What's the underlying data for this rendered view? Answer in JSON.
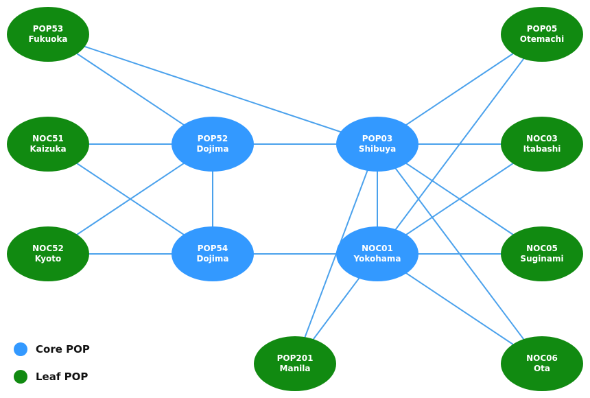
{
  "colors": {
    "core": "#3399ff",
    "leaf": "#118a11",
    "edge": "#4aa1ec"
  },
  "nodes": {
    "pop53": {
      "id": "POP53",
      "city": "Fukuoka",
      "type": "leaf"
    },
    "noc51": {
      "id": "NOC51",
      "city": "Kaizuka",
      "type": "leaf"
    },
    "noc52": {
      "id": "NOC52",
      "city": "Kyoto",
      "type": "leaf"
    },
    "pop52": {
      "id": "POP52",
      "city": "Dojima",
      "type": "core"
    },
    "pop54": {
      "id": "POP54",
      "city": "Dojima",
      "type": "core"
    },
    "pop03": {
      "id": "POP03",
      "city": "Shibuya",
      "type": "core"
    },
    "noc01": {
      "id": "NOC01",
      "city": "Yokohama",
      "type": "core"
    },
    "pop201": {
      "id": "POP201",
      "city": "Manila",
      "type": "leaf"
    },
    "pop05": {
      "id": "POP05",
      "city": "Otemachi",
      "type": "leaf"
    },
    "noc03": {
      "id": "NOC03",
      "city": "Itabashi",
      "type": "leaf"
    },
    "noc05": {
      "id": "NOC05",
      "city": "Suginami",
      "type": "leaf"
    },
    "noc06": {
      "id": "NOC06",
      "city": "Ota",
      "type": "leaf"
    }
  },
  "edges": [
    [
      "pop53",
      "pop52"
    ],
    [
      "pop53",
      "pop03"
    ],
    [
      "noc51",
      "pop52"
    ],
    [
      "noc51",
      "pop54"
    ],
    [
      "noc52",
      "pop52"
    ],
    [
      "noc52",
      "pop54"
    ],
    [
      "pop52",
      "pop03"
    ],
    [
      "pop52",
      "pop54"
    ],
    [
      "pop54",
      "noc01"
    ],
    [
      "pop03",
      "noc01"
    ],
    [
      "pop03",
      "pop201"
    ],
    [
      "noc01",
      "pop201"
    ],
    [
      "pop03",
      "pop05"
    ],
    [
      "pop03",
      "noc03"
    ],
    [
      "pop03",
      "noc05"
    ],
    [
      "pop03",
      "noc06"
    ],
    [
      "noc01",
      "pop05"
    ],
    [
      "noc01",
      "noc03"
    ],
    [
      "noc01",
      "noc05"
    ],
    [
      "noc01",
      "noc06"
    ]
  ],
  "legend": {
    "core_label": "Core POP",
    "leaf_label": "Leaf POP"
  }
}
